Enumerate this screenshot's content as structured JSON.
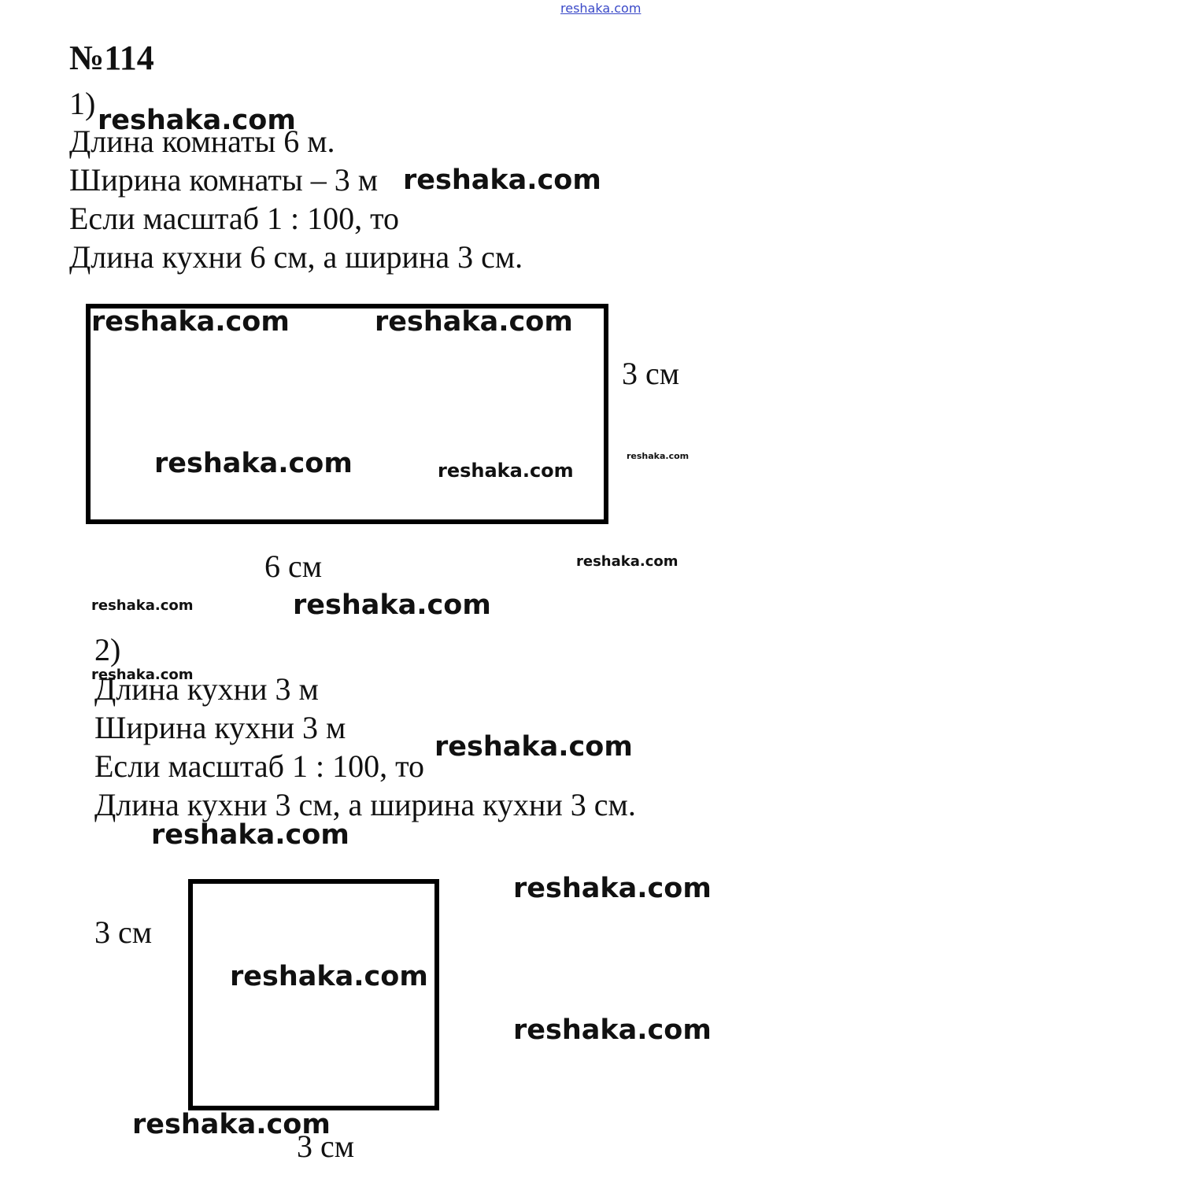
{
  "header": {
    "site_watermark": "reshaka.com"
  },
  "problem": {
    "number": "№114"
  },
  "part1": {
    "label": "1)",
    "lines": [
      "Длина комнаты 6 м.",
      "Ширина комнаты – 3 м",
      "Если масштаб 1 : 100, то",
      "Длина кухни 6 см, а ширина 3 см."
    ],
    "figure": {
      "width_label": "6 см",
      "height_label": "3 см"
    }
  },
  "part2": {
    "label": "2)",
    "lines": [
      "Длина кухни 3 м",
      "Ширина кухни 3 м",
      "Если масштаб 1 : 100, то",
      "Длина кухни 3 см, а ширина кухни 3 см."
    ],
    "figure": {
      "width_label": "3 см",
      "height_label": "3 см"
    }
  },
  "watermark": {
    "text": "reshaka.com"
  }
}
